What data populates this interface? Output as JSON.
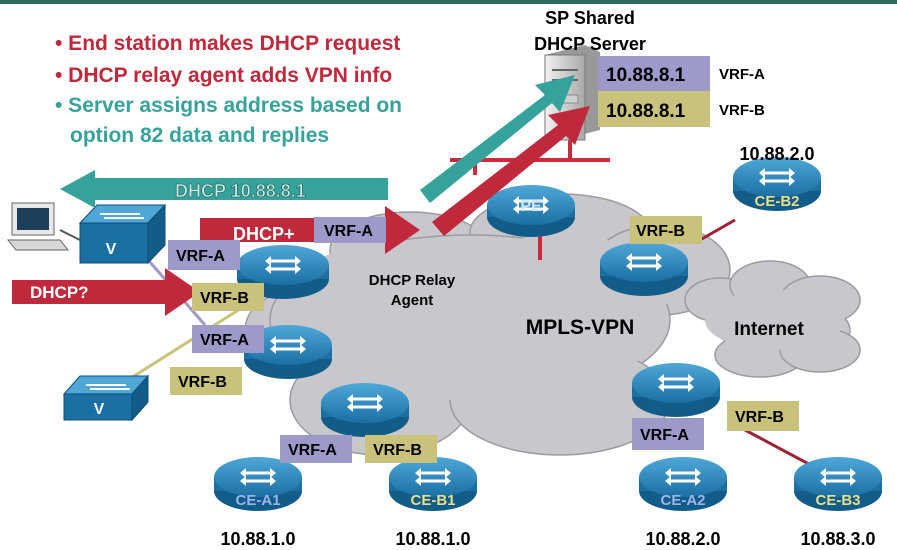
{
  "bullets": [
    {
      "text": "• End station makes DHCP request",
      "color": "#c0283c"
    },
    {
      "text": "• DHCP relay agent adds VPN info",
      "color": "#c0283c"
    },
    {
      "text": "• Server assigns address based on",
      "color": "#35a39b"
    },
    {
      "text": "option 82 data and replies",
      "color": "#35a39b"
    }
  ],
  "server": {
    "title_line1": "SP Shared",
    "title_line2": "DHCP Server",
    "bindings": [
      {
        "ip": "10.88.8.1",
        "vrf": "VRF-A"
      },
      {
        "ip": "10.88.8.1",
        "vrf": "VRF-B"
      }
    ]
  },
  "arrows": {
    "reply": "DHCP 10.88.8.1",
    "relayed": "DHCP+",
    "relayed_tag": "VRF-A",
    "request": "DHCP?"
  },
  "cloud": {
    "relay_line1": "DHCP Relay",
    "relay_line2": "Agent",
    "mpls": "MPLS-VPN",
    "internet": "Internet"
  },
  "routers": {
    "pe": "PE",
    "switch_top": "V",
    "switch_bottom": "V",
    "ce_a1": "CE-A1",
    "ce_b1": "CE-B1",
    "ce_a2": "CE-A2",
    "ce_b3": "CE-B3",
    "ce_b2": "CE-B2"
  },
  "vrf_tags": {
    "pe_right": "VRF-B",
    "switch_a": "VRF-A",
    "switch_b": "VRF-B",
    "pe2_a": "VRF-A",
    "pe2_b": "VRF-B",
    "pe3_a": "VRF-A",
    "pe3_b": "VRF-B",
    "pe4_a": "VRF-A",
    "pe4_b": "VRF-B"
  },
  "subnets": {
    "ce_b2": "10.88.2.0",
    "ce_a1": "10.88.1.0",
    "ce_b1": "10.88.1.0",
    "ce_a2": "10.88.2.0",
    "ce_b3": "10.88.3.0"
  },
  "colors": {
    "vrf_a": "#9d99c9",
    "vrf_b": "#c9c27a",
    "dhcp_red": "#c0283c",
    "teal": "#35a39b",
    "cloud": "#c8c8cc",
    "router": "#1f78ad",
    "header_bar": "#2e6b5e"
  }
}
